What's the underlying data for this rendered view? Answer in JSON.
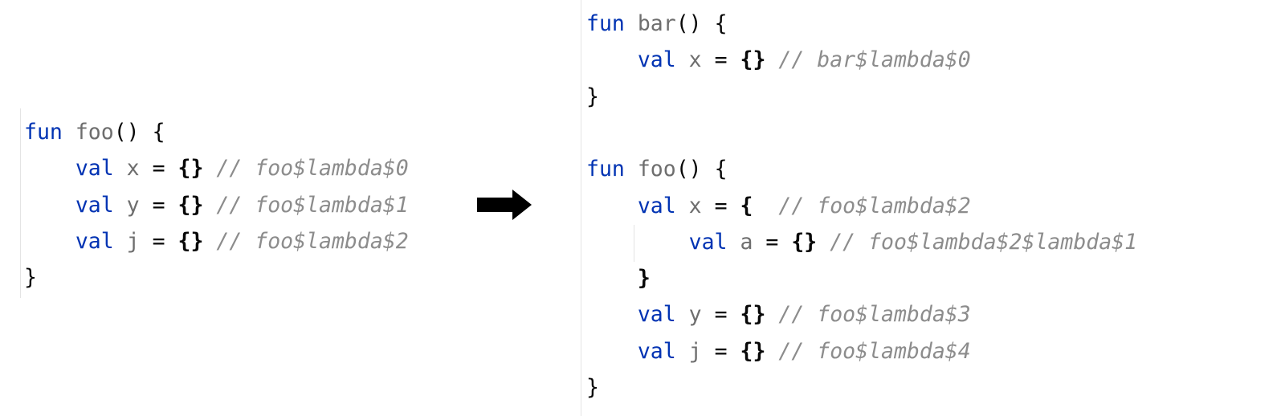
{
  "before": {
    "lines": [
      [
        {
          "t": "kw",
          "v": "fun"
        },
        {
          "t": "p",
          "v": " "
        },
        {
          "t": "id",
          "v": "foo"
        },
        {
          "t": "p",
          "v": "() {"
        }
      ],
      [
        {
          "t": "p",
          "v": "    "
        },
        {
          "t": "kw",
          "v": "val"
        },
        {
          "t": "id",
          "v": " x "
        },
        {
          "t": "p",
          "v": "= "
        },
        {
          "t": "br",
          "v": "{}"
        },
        {
          "t": "cm",
          "v": " // foo$lambda$0"
        }
      ],
      [
        {
          "t": "p",
          "v": "    "
        },
        {
          "t": "kw",
          "v": "val"
        },
        {
          "t": "id",
          "v": " y "
        },
        {
          "t": "p",
          "v": "= "
        },
        {
          "t": "br",
          "v": "{}"
        },
        {
          "t": "cm",
          "v": " // foo$lambda$1"
        }
      ],
      [
        {
          "t": "p",
          "v": "    "
        },
        {
          "t": "kw",
          "v": "val"
        },
        {
          "t": "id",
          "v": " j "
        },
        {
          "t": "p",
          "v": "= "
        },
        {
          "t": "br",
          "v": "{}"
        },
        {
          "t": "cm",
          "v": " // foo$lambda$2"
        }
      ],
      [
        {
          "t": "p",
          "v": "}"
        }
      ]
    ]
  },
  "after": {
    "lines": [
      [
        {
          "t": "kw",
          "v": "fun"
        },
        {
          "t": "p",
          "v": " "
        },
        {
          "t": "id",
          "v": "bar"
        },
        {
          "t": "p",
          "v": "() {"
        }
      ],
      [
        {
          "t": "p",
          "v": "    "
        },
        {
          "t": "kw",
          "v": "val"
        },
        {
          "t": "id",
          "v": " x "
        },
        {
          "t": "p",
          "v": "= "
        },
        {
          "t": "br",
          "v": "{}"
        },
        {
          "t": "cm",
          "v": " // bar$lambda$0"
        }
      ],
      [
        {
          "t": "p",
          "v": "}"
        }
      ],
      [],
      [
        {
          "t": "kw",
          "v": "fun"
        },
        {
          "t": "p",
          "v": " "
        },
        {
          "t": "id",
          "v": "foo"
        },
        {
          "t": "p",
          "v": "() {"
        }
      ],
      [
        {
          "t": "p",
          "v": "    "
        },
        {
          "t": "kw",
          "v": "val"
        },
        {
          "t": "id",
          "v": " x "
        },
        {
          "t": "p",
          "v": "= "
        },
        {
          "t": "br",
          "v": "{"
        },
        {
          "t": "cm",
          "v": "  // foo$lambda$2"
        }
      ],
      [
        {
          "t": "p",
          "v": "        "
        },
        {
          "t": "kw",
          "v": "val"
        },
        {
          "t": "id",
          "v": " a "
        },
        {
          "t": "p",
          "v": "= "
        },
        {
          "t": "br",
          "v": "{}"
        },
        {
          "t": "cm",
          "v": " // foo$lambda$2$lambda$1"
        }
      ],
      [
        {
          "t": "p",
          "v": "    "
        },
        {
          "t": "br",
          "v": "}"
        }
      ],
      [
        {
          "t": "p",
          "v": "    "
        },
        {
          "t": "kw",
          "v": "val"
        },
        {
          "t": "id",
          "v": " y "
        },
        {
          "t": "p",
          "v": "= "
        },
        {
          "t": "br",
          "v": "{}"
        },
        {
          "t": "cm",
          "v": " // foo$lambda$3"
        }
      ],
      [
        {
          "t": "p",
          "v": "    "
        },
        {
          "t": "kw",
          "v": "val"
        },
        {
          "t": "id",
          "v": " j "
        },
        {
          "t": "p",
          "v": "= "
        },
        {
          "t": "br",
          "v": "{}"
        },
        {
          "t": "cm",
          "v": " // foo$lambda$4"
        }
      ],
      [
        {
          "t": "p",
          "v": "}"
        }
      ]
    ]
  },
  "colors": {
    "keyword": "#0033b3",
    "identifier": "#6e6e6e",
    "comment": "#8c8c8c",
    "arrow": "#000000"
  },
  "arrow_icon": "right-arrow-icon"
}
